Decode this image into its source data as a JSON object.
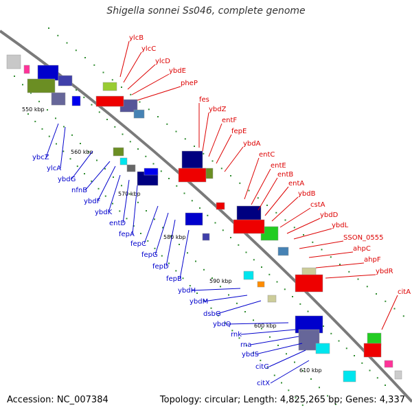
{
  "title": "Shigella sonnei Ss046, complete genome",
  "footer": {
    "accession": "Accession: NC_007384",
    "topology": "Topology: circular; Length: 4,825,265 bp; Genes: 4,337"
  },
  "colors": {
    "forward_label": "#dd0000",
    "reverse_label": "#0000cc",
    "backbone": "#808080",
    "tick": "#228b22"
  },
  "scale_labels": [
    "550 kbp",
    "560 kbp",
    "570 kbp",
    "580 kbp",
    "590 kbp",
    "600 kbp",
    "610 kbp"
  ],
  "forward_genes": [
    "ylcB",
    "ylcC",
    "ylcD",
    "ybdE",
    "pheP",
    "fes",
    "ybdZ",
    "entF",
    "fepE",
    "ybdA",
    "entC",
    "entE",
    "entB",
    "entA",
    "ybdB",
    "cstA",
    "ybdD",
    "ybdL",
    "SSON_0555",
    "ahpC",
    "ahpF",
    "ybdR",
    "citA"
  ],
  "reverse_genes": [
    "ybcZ",
    "ylcA",
    "ybdG",
    "nfnB",
    "ybdF",
    "ybdK",
    "entD",
    "fepA",
    "fepC",
    "fepG",
    "fepD",
    "fepB",
    "ybdH",
    "ybdM",
    "dsbG",
    "ybdQ",
    "rnk",
    "rna",
    "ybdS",
    "citG",
    "citX"
  ]
}
